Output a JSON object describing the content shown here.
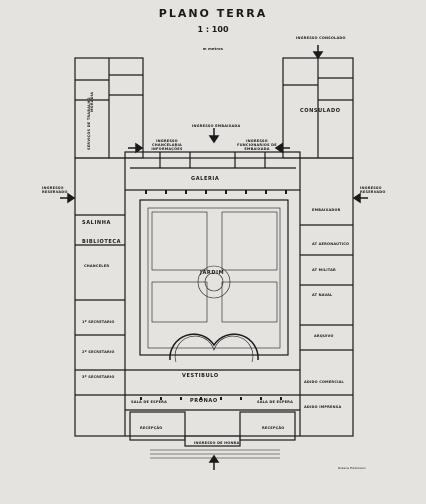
{
  "title": "PLANO TERRA",
  "scale": "1 : 100",
  "scale_units": "m metros",
  "entrances": {
    "consulate": "INGRESSO CONSOLADO",
    "embassy": "INGRESSO EMBAIXADA",
    "officials": "INGRESSO FUNCIONARIOS DE EMBAIXADA",
    "chancellery": "INGRESSO CHANCELARIA INFORMAÇÕES",
    "reserved_left": "INGRESSO RESERVADO",
    "reserved_right": "INGRESSO RESERVADO",
    "main": "INGRESSO DE HONRA"
  },
  "rooms": {
    "consulate": "CONSULADO",
    "galeria": "GALERIA",
    "jardim": "JARDIM",
    "vestibulo": "VESTIBULO",
    "pronao": "PRONAO",
    "salinha": "SALINHA",
    "biblioteca": "BIBLIOTECA",
    "chanceler": "CHANCELER",
    "secretario1": "1º SECRETARIO",
    "secretario2": "2º SECRETARIO",
    "secretario3": "3º SECRETARIO",
    "recepcao_left": "RECEPÇÃO",
    "recepcao_right": "RECEPÇÃO",
    "sala_espera_left": "SALA DE ESPERA",
    "sala_espera_right": "SALA DE ESPERA",
    "embaixador": "EMBAIXADOR",
    "aeronautico": "AT AERONAUTICO",
    "militar": "AT MILITAR",
    "naval": "AT NAVAL",
    "arquivo": "ARQUIVO",
    "comercial": "ADIDO COMERCIAL",
    "imprensa": "ADIDO IMPRENSA",
    "servicos": "SERVIÇOS DE TRABALHO",
    "moradia": "MORADIA"
  },
  "signature": "Rubens Fidelmann"
}
